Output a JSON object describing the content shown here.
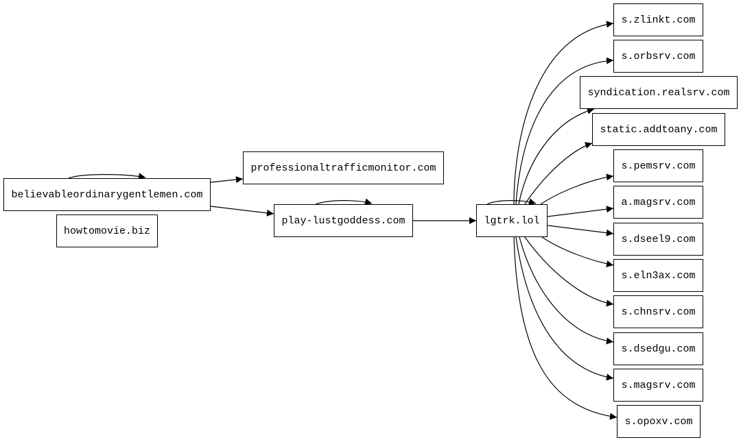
{
  "colors": {
    "stroke": "#000000",
    "fill": "#ffffff",
    "text": "#000000"
  },
  "nodes": {
    "believable": "believableordinarygentlemen.com",
    "howtomovie": "howtomovie.biz",
    "professional": "professionaltrafficmonitor.com",
    "play": "play-lustgoddess.com",
    "lgtrk": "lgtrk.lol",
    "zlinkt": "s.zlinkt.com",
    "orbsrv": "s.orbsrv.com",
    "syndication": "syndication.realsrv.com",
    "addtoany": "static.addtoany.com",
    "pemsrv": "s.pemsrv.com",
    "amagsrv": "a.magsrv.com",
    "dseel9": "s.dseel9.com",
    "eln3ax": "s.eln3ax.com",
    "chnsrv": "s.chnsrv.com",
    "dsedgu": "s.dsedgu.com",
    "smagsrv": "s.magsrv.com",
    "opoxv": "s.opoxv.com"
  },
  "edges": [
    [
      "believable",
      "believable"
    ],
    [
      "believable",
      "professional"
    ],
    [
      "believable",
      "play"
    ],
    [
      "play",
      "play"
    ],
    [
      "play",
      "lgtrk"
    ],
    [
      "lgtrk",
      "lgtrk"
    ],
    [
      "lgtrk",
      "zlinkt"
    ],
    [
      "lgtrk",
      "orbsrv"
    ],
    [
      "lgtrk",
      "syndication"
    ],
    [
      "lgtrk",
      "addtoany"
    ],
    [
      "lgtrk",
      "pemsrv"
    ],
    [
      "lgtrk",
      "amagsrv"
    ],
    [
      "lgtrk",
      "dseel9"
    ],
    [
      "lgtrk",
      "eln3ax"
    ],
    [
      "lgtrk",
      "chnsrv"
    ],
    [
      "lgtrk",
      "dsedgu"
    ],
    [
      "lgtrk",
      "smagsrv"
    ],
    [
      "lgtrk",
      "opoxv"
    ]
  ]
}
